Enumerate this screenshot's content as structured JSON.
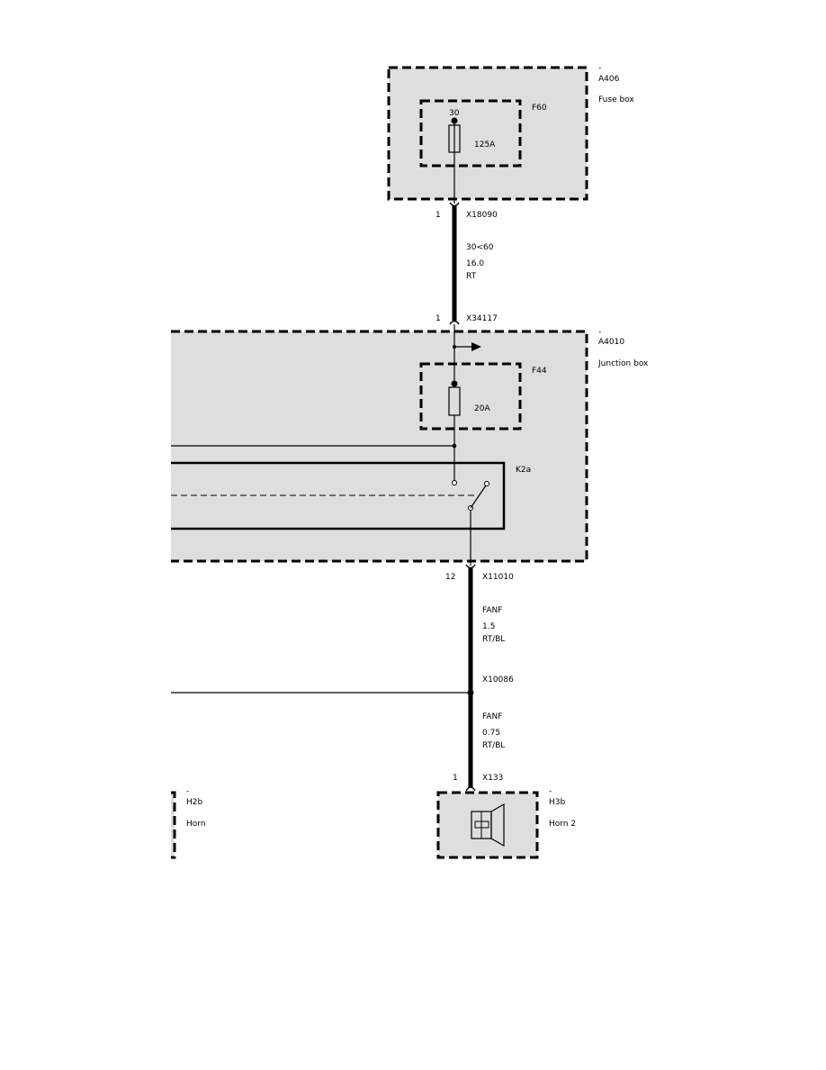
{
  "components": {
    "fuse_box": {
      "dot": "-",
      "id": "A406",
      "name": "Fuse box"
    },
    "fuse_f60": {
      "id": "F60",
      "terminal": "30",
      "rating": "125A"
    },
    "junction_box": {
      "dot": "-",
      "id": "A4010",
      "name": "Junction box"
    },
    "fuse_f44": {
      "id": "F44",
      "rating": "20A"
    },
    "relay": {
      "id": "K2a"
    },
    "horn_left": {
      "dot": "-",
      "id": "H2b",
      "name": "Horn"
    },
    "horn_right": {
      "dot": "-",
      "id": "H3b",
      "name": "Horn 2"
    }
  },
  "connectors": {
    "x18090": {
      "pin": "1",
      "id": "X18090"
    },
    "x34117": {
      "pin": "1",
      "id": "X34117"
    },
    "x11010": {
      "pin": "12",
      "id": "X11010"
    },
    "x10086": {
      "id": "X10086"
    },
    "x133": {
      "pin": "1",
      "id": "X133"
    }
  },
  "wires": {
    "w1": {
      "signal": "30<60",
      "gauge": "16.0",
      "color": "RT"
    },
    "w2": {
      "signal": "FANF",
      "gauge": "1.5",
      "color": "RT/BL"
    },
    "w3": {
      "signal": "FANF",
      "gauge": "0.75",
      "color": "RT/BL"
    }
  },
  "colors": {
    "box_fill": "#dedede",
    "line": "#000000"
  }
}
